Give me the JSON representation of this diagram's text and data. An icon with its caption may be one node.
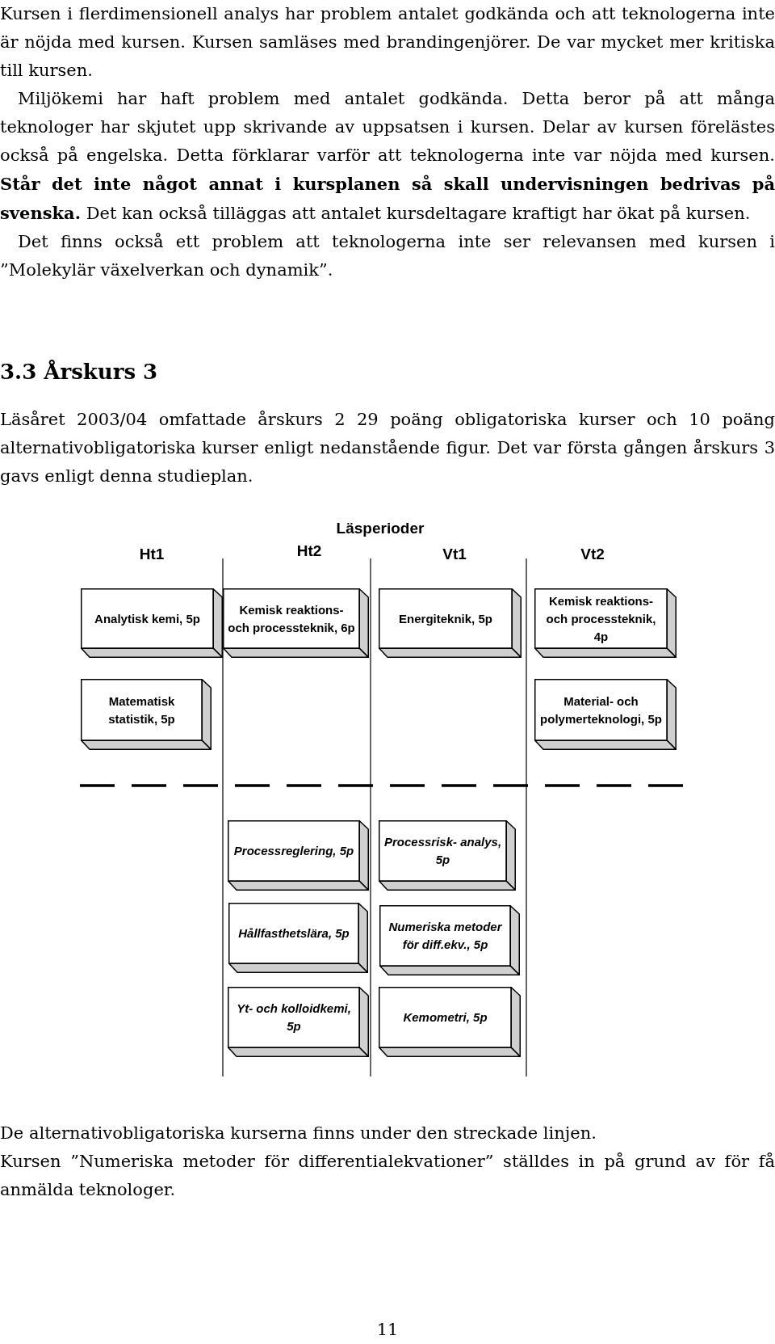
{
  "diagram": {
    "nodes": [
      {
        "text": [
          "Analytisk kemi, 5p"
        ]
      },
      {
        "text": [
          "Kemisk reaktions- och processteknik, 6p"
        ]
      },
      {
        "text": [
          "Energiteknik, 5p"
        ]
      },
      {
        "text": [
          "Kemisk reaktions- och processteknik, 4p"
        ]
      },
      {
        "text": [
          "Matematisk statistik, 5p"
        ]
      },
      {
        "text": [
          "Material- och polymerteknologi, 5p"
        ]
      },
      {
        "text": [
          "Processreglering, 5p"
        ]
      },
      {
        "text": [
          "Processrisk- analys, 5p"
        ]
      },
      {
        "text": [
          "Hållfasthetslära, 5p"
        ]
      },
      {
        "text": [
          "Numeriska metoder för diff.ekv., 5p"
        ]
      },
      {
        "text": [
          "Yt- och kolloidkemi, 5p"
        ]
      },
      {
        "text": [
          "Kemometri, 5p"
        ]
      }
    ],
    "labels": [
      "Kursen i flerdimensionell analys har problem antalet godkända och att teknologerna inte är nöjda med kursen. Kursen samläses med brandingenjörer. De var mycket mer kritiska till kursen.",
      "Miljökemi har haft problem med antalet godkända. Detta beror på att många teknologer har skjutet upp skrivande av uppsatsen i kursen. Delar av kursen förelästes också på engelska. Detta förklarar varför att teknologerna inte var nöjda med kursen. **Står det inte något annat i kursplanen så skall undervisningen bedrivas på svenska.** Det kan också tilläggas att antalet kursdeltagare kraftigt har ökat på kursen.",
      "Det finns också ett problem att teknologerna inte ser relevansen med kursen i ”Molekylär växelverkan och dynamik”.",
      "3.3 Årskurs 3",
      "Läsåret 2003/04 omfattade årskurs 2 29 poäng obligatoriska kurser och 10 poäng alternativobligatoriska kurser enligt nedanstående figur. Det var första gången årskurs 3 gavs enligt denna studieplan.",
      "Läsperioder",
      "Ht1",
      "Ht2",
      "Vt1",
      "Vt2",
      "De alternativobligatoriska kurserna finns under den streckade linjen.",
      "Kursen ”Numeriska metoder för differentialekvationer” ställdes in på grund av för få anmälda teknologer.",
      "11"
    ]
  }
}
